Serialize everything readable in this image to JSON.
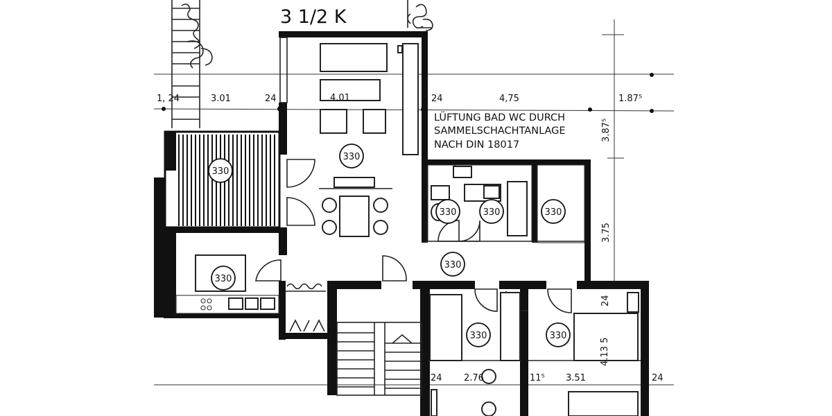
{
  "plan": {
    "title": "3 1/2 K",
    "note": [
      "LÜFTUNG BAD WC DURCH",
      "SAMMELSCHACHTANLAGE",
      "NACH DIN 18017"
    ],
    "room_tag": "330",
    "dimensions": {
      "d_1_24": "1, 24",
      "d_3_01": "3.01",
      "d_24_a": "24",
      "d_4_01": "4.01",
      "d_24_b": "24",
      "d_4_75": "4,75",
      "d_1_875": "1.87⁵",
      "d_3_87": "3.87⁵",
      "d_3_75": "3.75",
      "d_4_135": "4.13 5",
      "d_24_c": "24",
      "d_24_d": "24",
      "d_2_76": "2.76",
      "d_11_5": "11⁵",
      "d_3_51": "3.51",
      "d_24_e": "24"
    }
  }
}
